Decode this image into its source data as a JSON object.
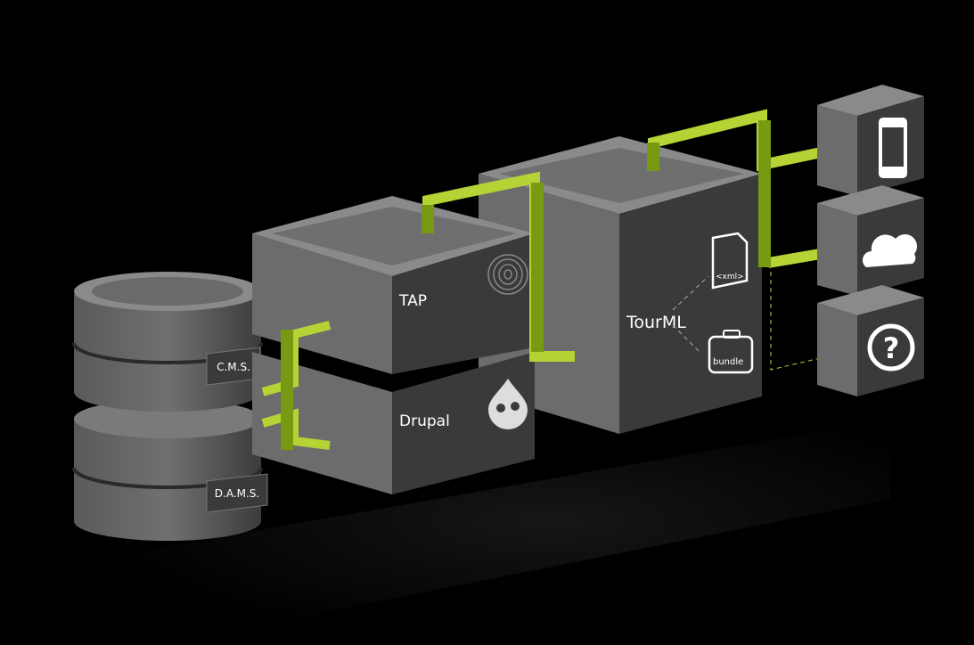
{
  "databases": {
    "cms": "C.M.S.",
    "dams": "D.A.M.S."
  },
  "boxes": {
    "tap": "TAP",
    "drupal": "Drupal",
    "tourml": "TourML"
  },
  "icons": {
    "xml": "<xml>",
    "bundle": "bundle",
    "fingerprint": "fingerprint-icon",
    "drupal": "drupal-drop-icon",
    "phone": "phone-icon",
    "cloud": "cloud-icon",
    "help": "question-icon"
  },
  "colors": {
    "accent": "#b5d334",
    "accent_dark": "#789a12",
    "box_light": "#6e6e6e",
    "box_dark": "#3a3a3a"
  }
}
